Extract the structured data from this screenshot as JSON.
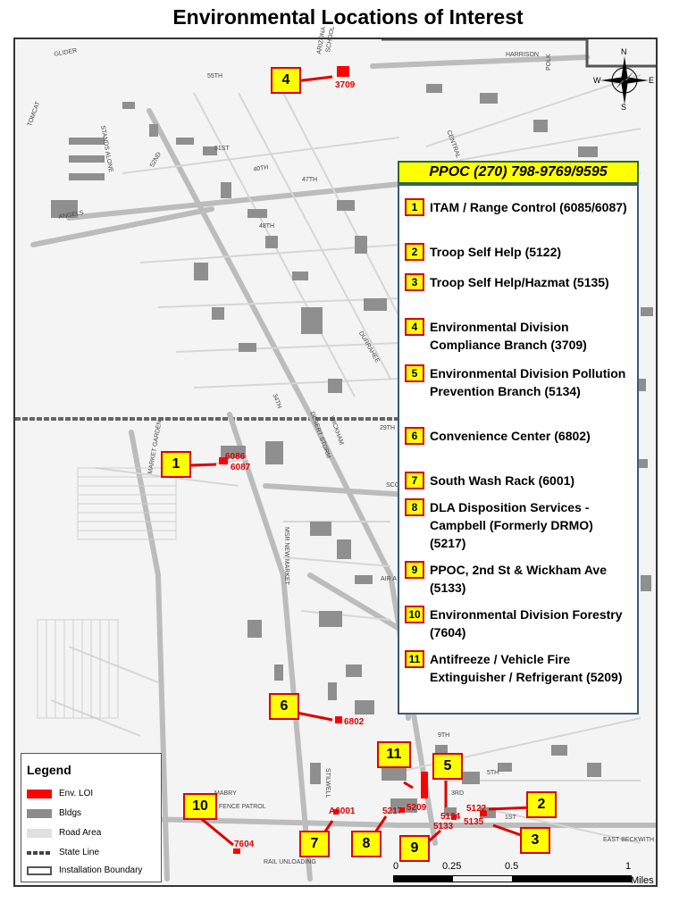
{
  "title": "Environmental Locations of Interest",
  "ppoc": {
    "header": "PPOC  (270) 798-9769/9595",
    "items": [
      {
        "num": "1",
        "text": "ITAM / Range Control (6085/6087)"
      },
      {
        "num": "2",
        "text": "Troop Self Help (5122)"
      },
      {
        "num": "3",
        "text": "Troop Self Help/Hazmat (5135)"
      },
      {
        "num": "4",
        "text": "Environmental Division Compliance Branch  (3709)"
      },
      {
        "num": "5",
        "text": "Environmental Division Pollution Prevention  Branch (5134)"
      },
      {
        "num": "6",
        "text": "Convenience Center (6802)"
      },
      {
        "num": "7",
        "text": "South Wash Rack (6001)"
      },
      {
        "num": "8",
        "text": "DLA Disposition  Services - Campbell  (Formerly DRMO) (5217)"
      },
      {
        "num": "9",
        "text": "PPOC, 2nd St &  Wickham Ave (5133)"
      },
      {
        "num": "10",
        "text": "Environmental Division Forestry (7604)"
      },
      {
        "num": "11",
        "text": "Antifreeze / Vehicle Fire Extinguisher / Refrigerant (5209)"
      }
    ]
  },
  "callouts": [
    "1",
    "2",
    "3",
    "4",
    "5",
    "6",
    "7",
    "8",
    "9",
    "10",
    "11"
  ],
  "sites": [
    "3709",
    "6086",
    "6087",
    "6802",
    "A6001",
    "5217",
    "5209",
    "5134",
    "5133",
    "5122",
    "5135",
    "7604"
  ],
  "streets": [
    "SCHOOL",
    "ARIZONA",
    "55TH",
    "51ST",
    "52ND",
    "47TH",
    "48TH",
    "40TH",
    "ANGELS",
    "GLIDER",
    "TOMCAT",
    "STANDS ALONE",
    "HARRISON",
    "POLK",
    "CENTRAL",
    "DURRAHEE",
    "DESERT STORM",
    "WICKHAM",
    "MARKET GARDEN",
    "MSR NEW MARKET",
    "STILWELL",
    "MABRY",
    "FENCE PATROL",
    "RAIL UNLOADING",
    "EAST BECKWITH",
    "9TH",
    "5TH",
    "3RD",
    "1ST",
    "29TH",
    "34TH",
    "AIR A",
    "SCO"
  ],
  "legend": {
    "title": "Legend",
    "items": [
      {
        "label": "Env. LOI",
        "color": "#ff0000"
      },
      {
        "label": "Bldgs",
        "color": "#8c8c8c"
      },
      {
        "label": "Road Area",
        "color": "#e0e0e0"
      },
      {
        "label": "State Line",
        "color": "#555555"
      },
      {
        "label": "Installation Boundary",
        "color": "#ffffff"
      }
    ]
  },
  "compass": {
    "n": "N",
    "s": "S",
    "e": "E",
    "w": "W"
  },
  "scale": {
    "labels": [
      "0",
      "0.25",
      "0.5",
      "1"
    ],
    "unit": "Miles"
  },
  "colors": {
    "loi": "#ff0000",
    "callout_fill": "#ffff00",
    "callout_border": "#dd0000",
    "panel_border": "#3a5a7a"
  }
}
